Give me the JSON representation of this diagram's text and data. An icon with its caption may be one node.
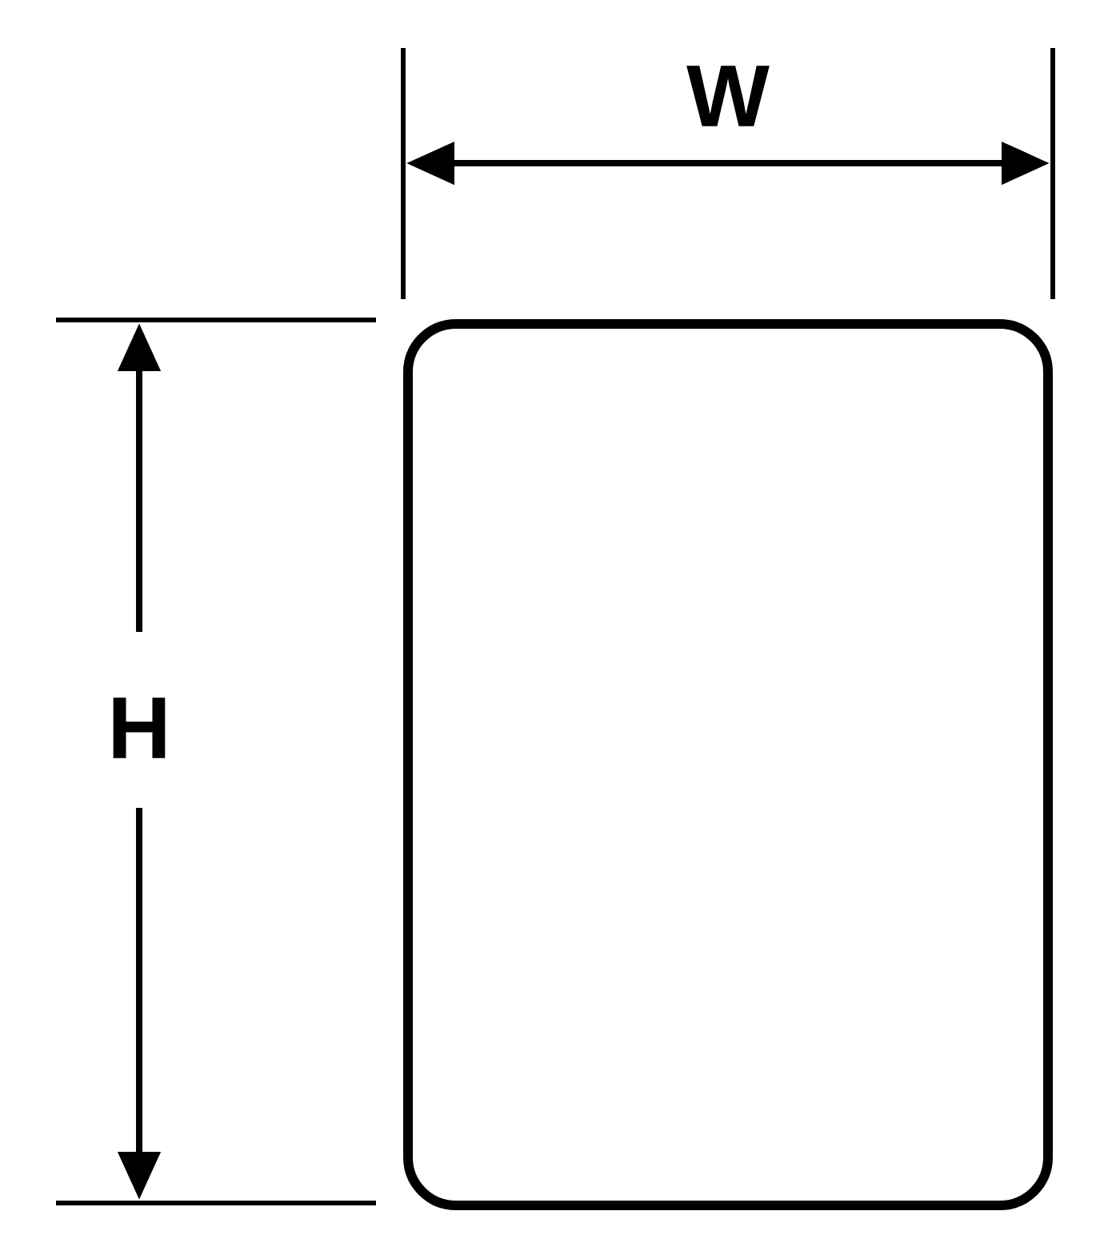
{
  "diagram": {
    "nodes": [
      {
        "text": [],
        "shape": "box"
      }
    ],
    "labels": [
      "W",
      "H"
    ]
  }
}
